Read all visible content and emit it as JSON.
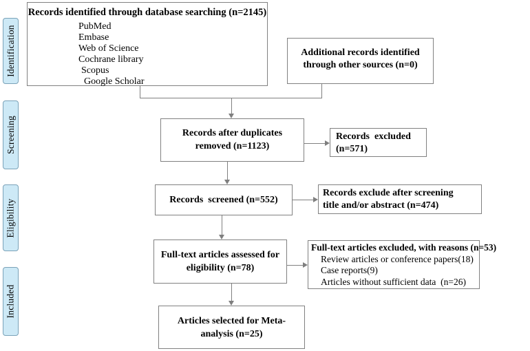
{
  "diagram": {
    "title_hint": "PRISMA-style study selection flow diagram",
    "stages": [
      {
        "label": "Identification"
      },
      {
        "label": "Screening"
      },
      {
        "label": "Eligibility"
      },
      {
        "label": "Included"
      }
    ],
    "boxes": {
      "database_search": {
        "title": "Records identified through database searching (n=2145)",
        "sources": [
          "PubMed",
          "Embase",
          "Web of Science",
          "Cochrane library",
          "Scopus",
          "Google Scholar"
        ]
      },
      "other_sources": {
        "line1": "Additional records identified",
        "line2": "through other sources (n=0)"
      },
      "duplicates_removed": {
        "line1": "Records after duplicates",
        "line2": "removed (n=1123)"
      },
      "records_excluded": {
        "line1": "Records  excluded",
        "line2": "(n=571)"
      },
      "records_screened": {
        "label": "Records  screened (n=552)"
      },
      "excluded_after_screening": {
        "line1": "Records exclude after screening",
        "line2": "title and/or abstract (n=474)"
      },
      "fulltext_assessed": {
        "line1": "Full-text articles assessed for",
        "line2": "eligibility (n=78)"
      },
      "fulltext_excluded": {
        "title": "Full-text articles excluded, with reasons (n=53)",
        "reasons": [
          "Review articles or conference papers(18)",
          "Case reports(9)",
          "Articles without sufficient data  (n=26)"
        ]
      },
      "meta_analysis": {
        "line1": "Articles selected for Meta-",
        "line2": "analysis (n=25)"
      }
    },
    "colors": {
      "background": "#ffffff",
      "stage_fill": "#cde9f6",
      "stage_border": "#7aa2b8",
      "box_border": "#808080",
      "connector": "#7f7f7f",
      "text": "#000000"
    }
  }
}
